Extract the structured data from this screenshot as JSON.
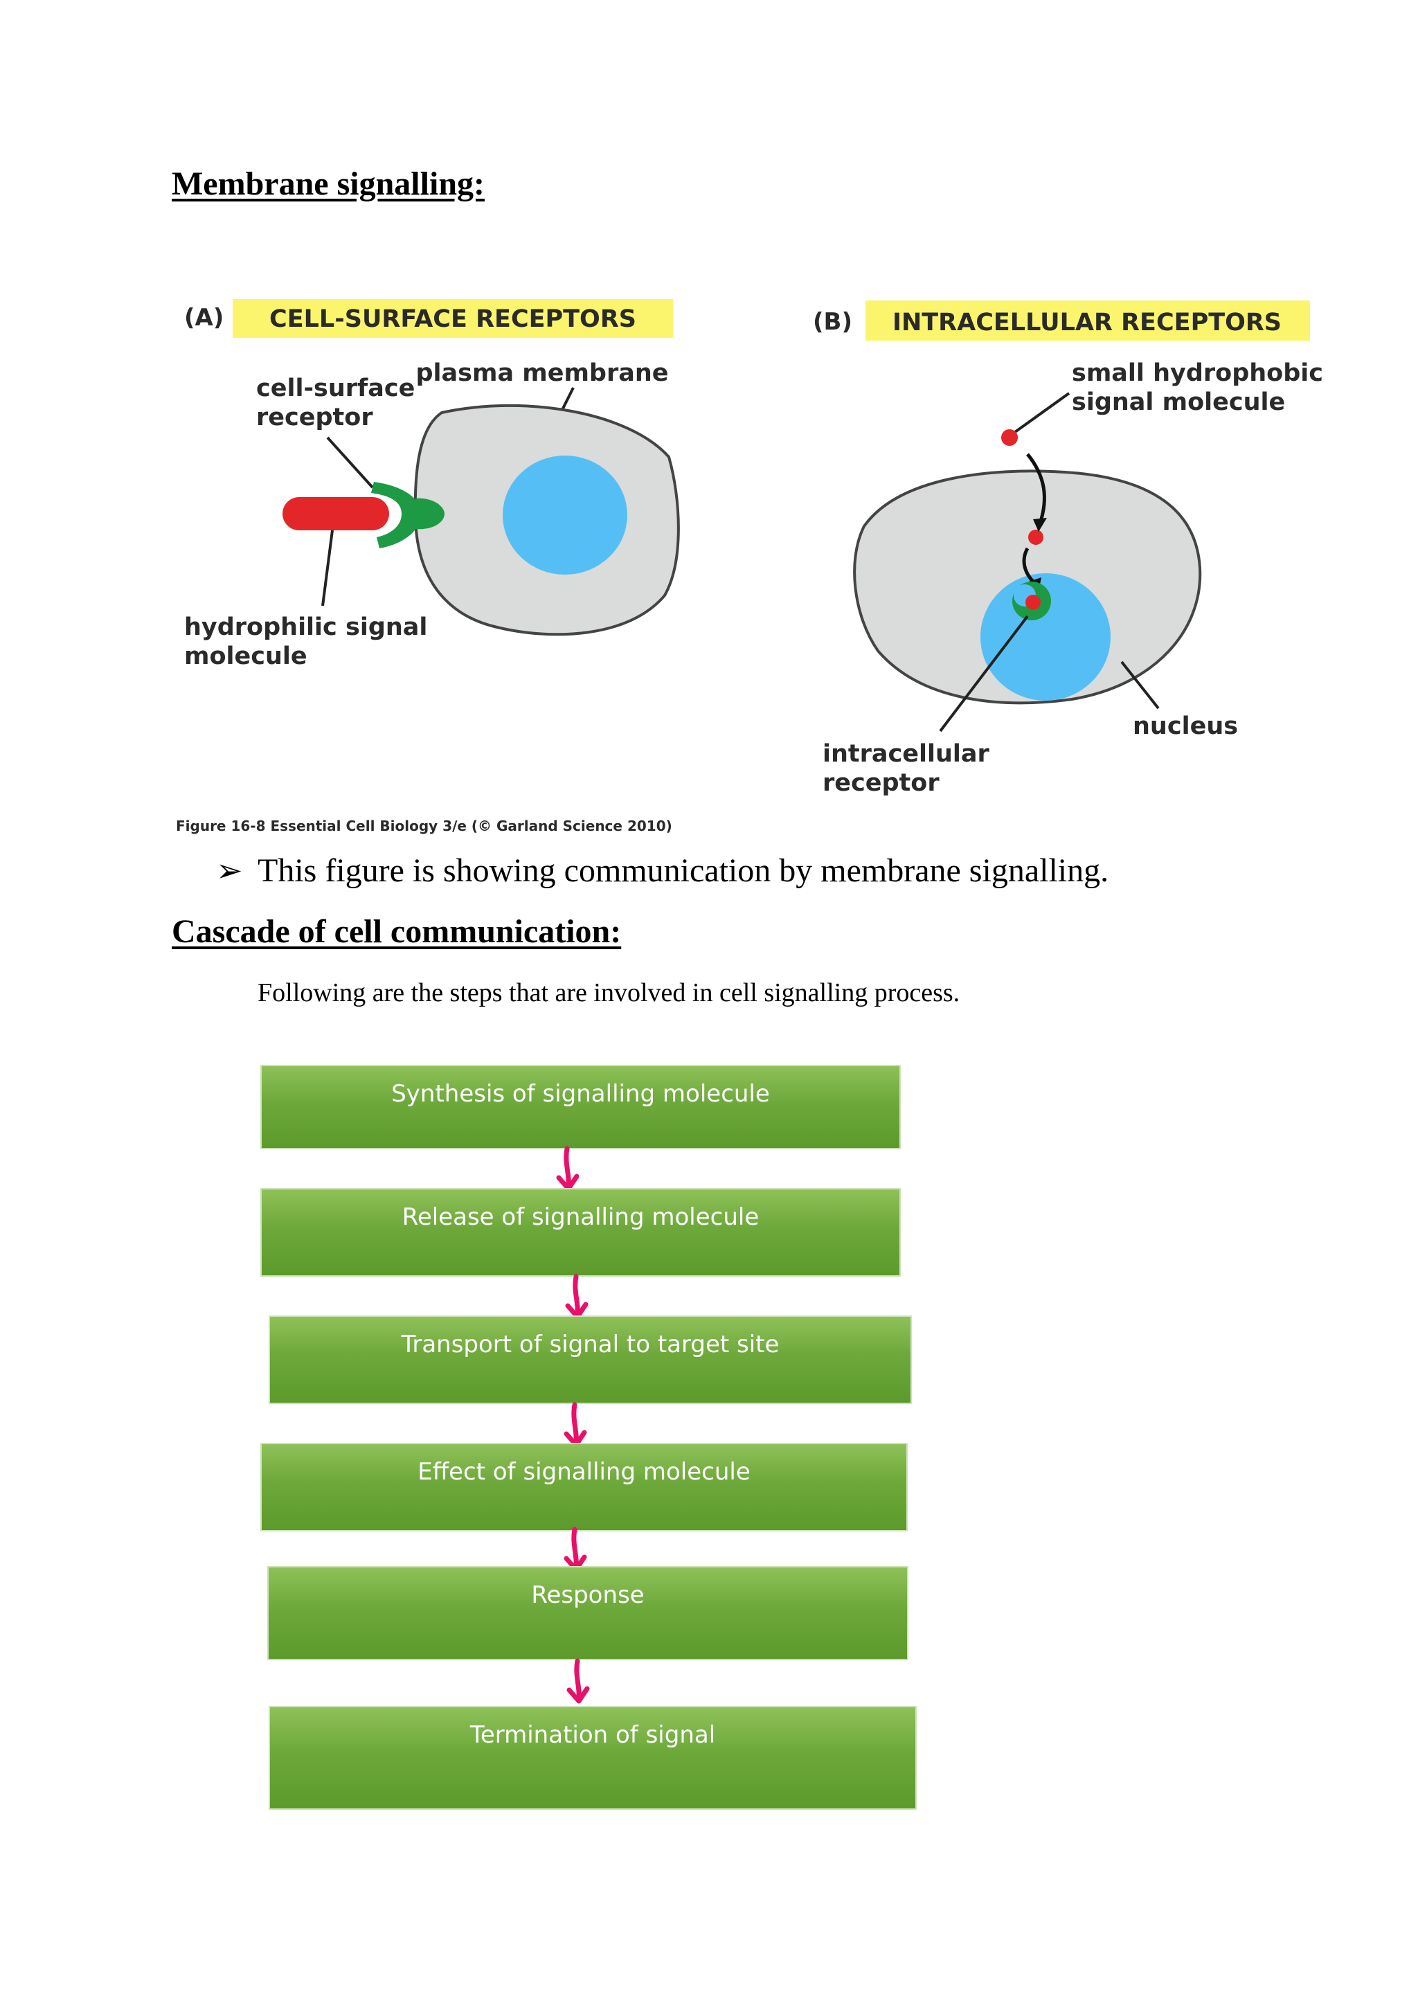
{
  "section1": {
    "heading": "Membrane signalling:"
  },
  "figure": {
    "panel_a": {
      "letter": "(A)",
      "title": "CELL-SURFACE RECEPTORS",
      "label_plasma_membrane": "plasma membrane",
      "label_receptor_line1": "cell-surface",
      "label_receptor_line2": "receptor",
      "label_signal_line1": "hydrophilic signal",
      "label_signal_line2": "molecule"
    },
    "panel_b": {
      "letter": "(B)",
      "title": "INTRACELLULAR RECEPTORS",
      "label_signal_line1": "small hydrophobic",
      "label_signal_line2": "signal molecule",
      "label_nucleus": "nucleus",
      "label_receptor_line1": "intracellular",
      "label_receptor_line2": "receptor"
    },
    "caption": "Figure 16-8 Essential Cell Biology 3/e (© Garland Science 2010)",
    "colors": {
      "title_bg": "#fbf56e",
      "cell": "#d9dcdb",
      "nucleus": "#55bff5",
      "receptor": "#1e9a45",
      "signal": "#e3262a"
    }
  },
  "bullet": {
    "symbol": "➢",
    "text": "This figure is showing communication by membrane signalling."
  },
  "section2": {
    "heading": "Cascade of cell communication:",
    "intro": "Following  are the steps that are involved  in cell signalling  process."
  },
  "flowchart": {
    "arrow_color": "#e8106a",
    "steps": [
      "Synthesis of signalling molecule",
      "Release of signalling molecule",
      "Transport of signal to target site",
      "Effect of signalling molecule",
      "Response",
      "Termination of signal"
    ]
  }
}
